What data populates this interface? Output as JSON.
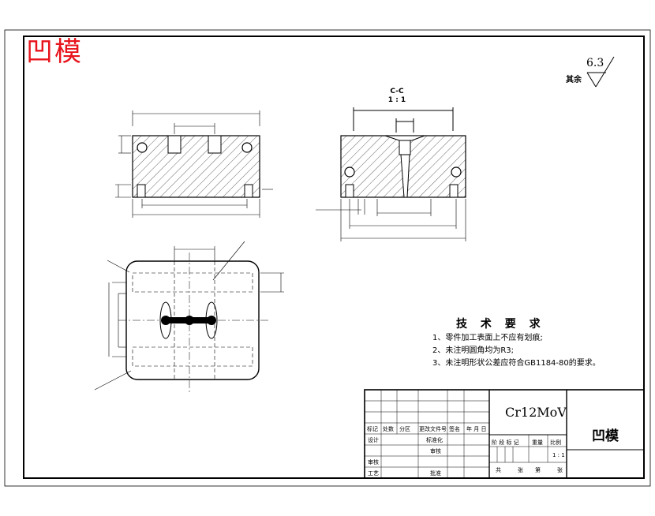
{
  "part_title": "凹模",
  "roughness": {
    "value": "6.3",
    "rest_label": "其余"
  },
  "section_label": {
    "name": "C-C",
    "scale": "1 : 1"
  },
  "tech_requirements": {
    "heading": "技 术 要 求",
    "items": [
      "1、零件加工表面上不应有划痕;",
      "2、未注明圆角均为R3;",
      "3、未注明形状公差应符合GB1184-80的要求。"
    ]
  },
  "title_block": {
    "material": "Cr12MoV",
    "part_name": "凹模",
    "row_headers": [
      "标记",
      "处数",
      "分区",
      "更改文件号",
      "签名",
      "年 月 日"
    ],
    "design": "设计",
    "standardize": "标准化",
    "review": "审核",
    "process": "工艺",
    "approve": "批准",
    "check": "审核",
    "weight_labels": [
      "阶 段 标 记",
      "重量",
      "比例"
    ],
    "scale_value": "1 : 1",
    "sheets": [
      "共",
      "张",
      "第",
      "张"
    ]
  }
}
